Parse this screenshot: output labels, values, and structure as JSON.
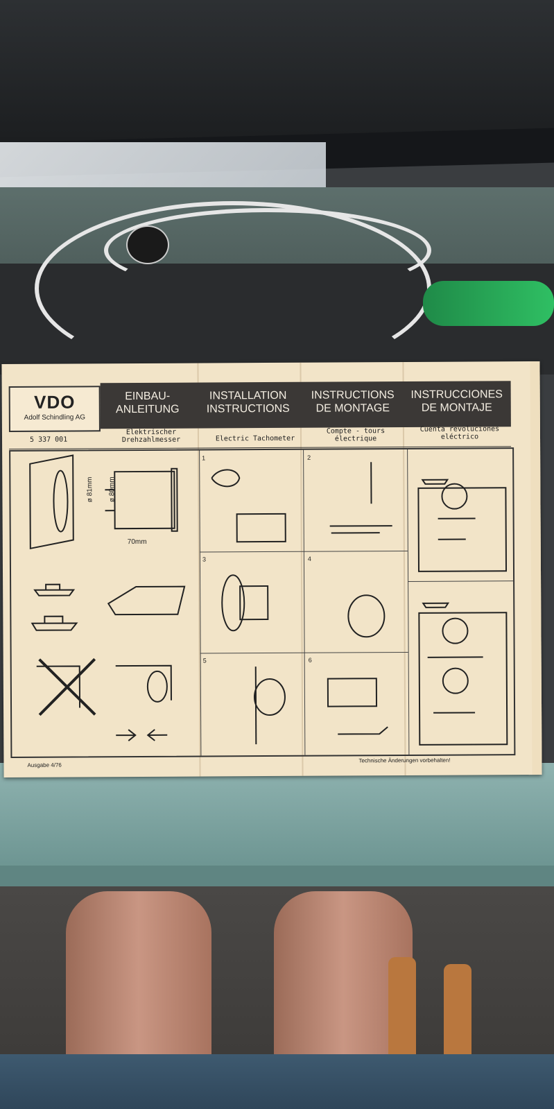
{
  "leaflet": {
    "brand": "VDO",
    "company": "Adolf Schindling AG",
    "part_number": "5 337 001",
    "titles": [
      "EINBAU-\nANLEITUNG",
      "INSTALLATION\nINSTRUCTIONS",
      "INSTRUCTIONS\nDE MONTAGE",
      "INSTRUCCIONES\nDE MONTAJE"
    ],
    "subtitles": [
      "Elektrischer\nDrehzahlmesser",
      "Electric Tachometer",
      "Compte - tours\nélectrique",
      "Cuenta revoluciones\neléctrico"
    ],
    "dimensions": [
      "ø 81mm",
      "ø 80mm",
      "70mm"
    ],
    "step_numbers": [
      "1",
      "2",
      "3",
      "4",
      "5",
      "6"
    ],
    "edition": "Ausgabe 4/76",
    "notice": "Technische Änderungen vorbehalten!"
  },
  "colors": {
    "paper": "#f2e4c8",
    "header_band": "#3b3836",
    "ink": "#222222"
  }
}
